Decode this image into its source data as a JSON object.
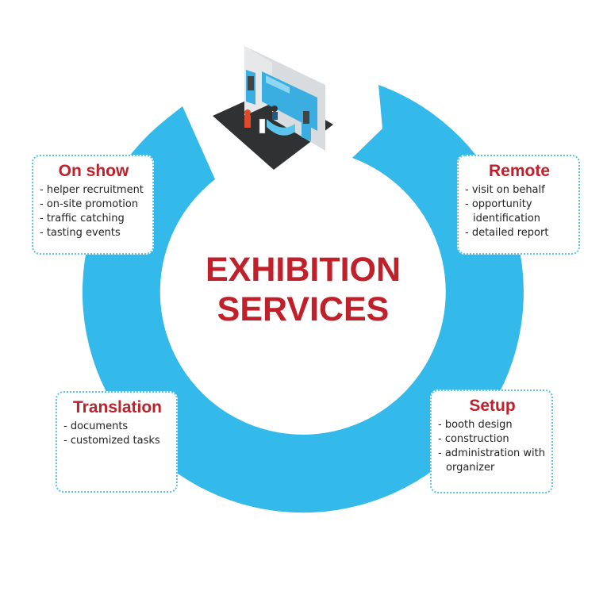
{
  "title_lines": [
    "EXHIBITION",
    "SERVICES"
  ],
  "colors": {
    "ring": "#33b9ea",
    "title": "#c0202a",
    "border": "#5cc3e8"
  },
  "boxes": {
    "on_show": {
      "title": "On show",
      "items": [
        "helper recruitment",
        "on-site promotion",
        "traffic catching",
        "tasting events"
      ]
    },
    "remote": {
      "title": "Remote",
      "items": [
        "visit on behalf",
        "opportunity identification",
        "detailed report"
      ]
    },
    "translation": {
      "title": "Translation",
      "items": [
        "documents",
        "customized tasks"
      ]
    },
    "setup": {
      "title": "Setup",
      "items": [
        "booth design",
        "construction",
        "administration with organizer"
      ]
    }
  }
}
